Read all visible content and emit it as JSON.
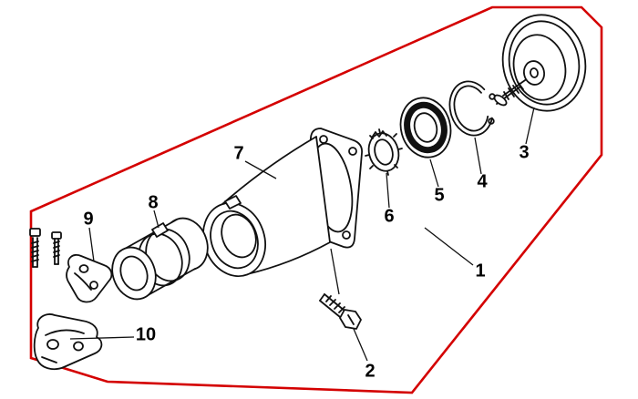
{
  "diagram": {
    "colors": {
      "background": "#ffffff",
      "line": "#111111",
      "outline": "#d40000"
    },
    "part_labels": [
      "1",
      "2",
      "3",
      "4",
      "5",
      "6",
      "7",
      "8",
      "9",
      "10"
    ]
  }
}
